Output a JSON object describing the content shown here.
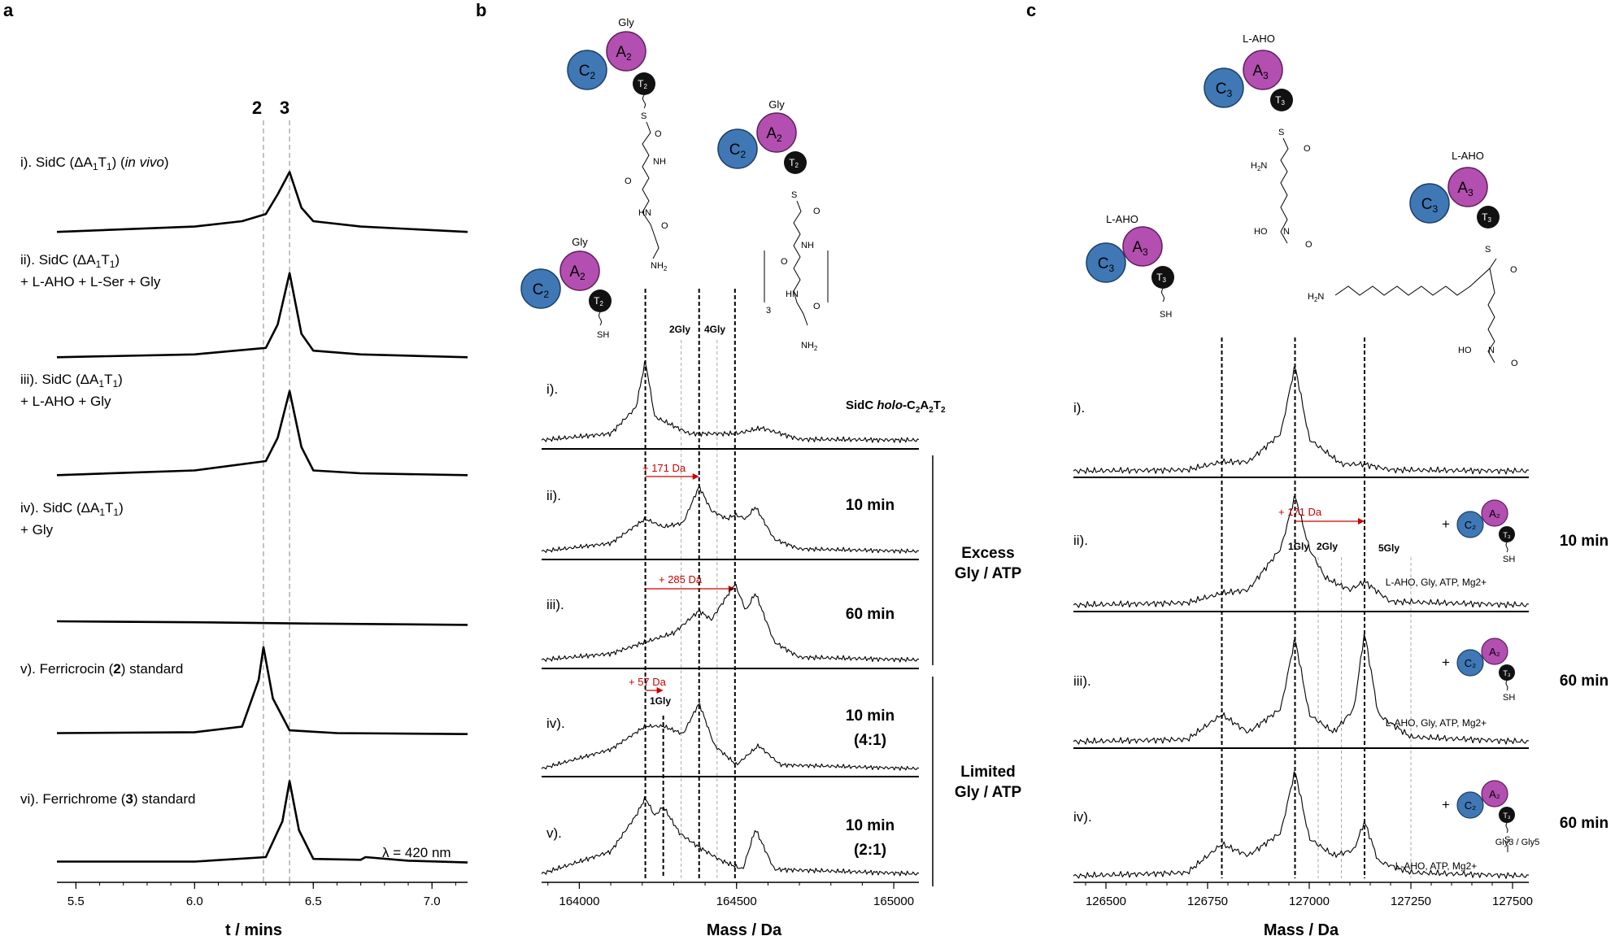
{
  "panels": {
    "a": {
      "letter": "a",
      "peaks": [
        {
          "id": "2",
          "t": 6.29
        },
        {
          "id": "3",
          "t": 6.4
        }
      ],
      "traces": [
        {
          "roman": "i).",
          "label": "SidC (ΔA1T1) (in vivo)",
          "parts": [
            "SidC (ΔA",
            "1",
            "T",
            "1",
            ") (",
            "in vivo",
            ")"
          ]
        },
        {
          "roman": "ii).",
          "label": "SidC (ΔA1T1) + L-AHO + L-Ser + Gly",
          "parts": [
            "SidC (ΔA",
            "1",
            "T",
            "1",
            ")"
          ],
          "line2": "+ L-AHO + L-Ser + Gly"
        },
        {
          "roman": "iii).",
          "label": "SidC (ΔA1T1) + L-AHO + Gly",
          "parts": [
            "SidC (ΔA",
            "1",
            "T",
            "1",
            ")"
          ],
          "line2": "+ L-AHO + Gly"
        },
        {
          "roman": "iv).",
          "label": "SidC (ΔA1T1) + Gly",
          "parts": [
            "SidC (ΔA",
            "1",
            "T",
            "1",
            ")"
          ],
          "line2": "+ Gly"
        },
        {
          "roman": "v).",
          "label": "Ferricrocin (2) standard",
          "pre": "Ferricrocin (",
          "num": "2",
          "post": ") standard"
        },
        {
          "roman": "vi).",
          "label": "Ferrichrome (3) standard",
          "pre": "Ferrichrome (",
          "num": "3",
          "post": ") standard"
        }
      ],
      "wavelength": "λ = 420 nm",
      "xlabel": "t / mins",
      "ticks": [
        "5.5",
        "6.0",
        "6.5",
        "7.0"
      ]
    },
    "b": {
      "letter": "b",
      "peak_labels": [
        "2Gly",
        "4Gly",
        "1Gly"
      ],
      "holo_label": "SidC holo-C2A2T2",
      "traces": [
        {
          "roman": "i).",
          "time": ""
        },
        {
          "roman": "ii).",
          "time": "10 min",
          "shift": "+ 171 Da"
        },
        {
          "roman": "iii).",
          "time": "60 min",
          "shift": "+ 285 Da"
        },
        {
          "roman": "iv).",
          "time": "10 min",
          "ratio": "(4:1)",
          "shift": "+ 57 Da"
        },
        {
          "roman": "v).",
          "time": "10 min",
          "ratio": "(2:1)"
        }
      ],
      "group1": [
        "Excess",
        "Gly / ATP"
      ],
      "group2": [
        "Limited",
        "Gly / ATP"
      ],
      "xlabel": "Mass / Da",
      "ticks": [
        "164000",
        "164500",
        "165000"
      ],
      "structure_labels": {
        "gly": "Gly",
        "c": "C",
        "a": "A",
        "t": "T",
        "sub": "2",
        "sh": "SH",
        "s": "S",
        "nh": "NH",
        "hn": "HN",
        "nh2": "NH",
        "o": "O",
        "rep": "3"
      }
    },
    "c": {
      "letter": "c",
      "peak_labels": [
        "1Gly",
        "2Gly",
        "5Gly"
      ],
      "traces": [
        {
          "roman": "i).",
          "time": ""
        },
        {
          "roman": "ii).",
          "time": "10 min",
          "shift": "+ 171 Da",
          "cond": "L-AHO, Gly, ATP, Mg2+"
        },
        {
          "roman": "iii).",
          "time": "60 min",
          "cond": "L-AHO, Gly, ATP, Mg2+"
        },
        {
          "roman": "iv).",
          "time": "60 min",
          "cond": "L-AHO, ATP, Mg2+"
        }
      ],
      "gly_tail": "Gly3 / Gly5",
      "plus": "+",
      "xlabel": "Mass / Da",
      "ticks": [
        "126500",
        "126750",
        "127000",
        "127250",
        "127500"
      ],
      "structure_labels": {
        "aho": "L-AHO",
        "c": "C",
        "a": "A",
        "t": "T",
        "sub": "3",
        "sh": "SH",
        "s": "S",
        "h2n": "H2N",
        "ho": "HO",
        "n": "N",
        "o": "O",
        "nh": "N"
      }
    }
  },
  "chart_data": [
    {
      "type": "line",
      "title": "",
      "xlabel": "t / mins",
      "ylabel": "",
      "xlim": [
        5.42,
        7.15
      ],
      "xticks": [
        5.5,
        6.0,
        6.5,
        7.0
      ],
      "series": [
        {
          "name": "i). SidC (ΔA1T1) (in vivo)",
          "x": [
            5.42,
            6.0,
            6.2,
            6.3,
            6.35,
            6.4,
            6.45,
            6.5,
            6.7,
            7.15
          ],
          "y": [
            0.18,
            0.24,
            0.3,
            0.38,
            0.6,
            0.85,
            0.45,
            0.3,
            0.24,
            0.18
          ]
        },
        {
          "name": "ii). SidC (ΔA1T1) + L-AHO + L-Ser + Gly",
          "x": [
            5.42,
            6.0,
            6.3,
            6.35,
            6.4,
            6.45,
            6.5,
            6.7,
            7.15
          ],
          "y": [
            0.05,
            0.08,
            0.15,
            0.4,
            0.95,
            0.3,
            0.12,
            0.08,
            0.05
          ]
        },
        {
          "name": "iii). SidC (ΔA1T1) + L-AHO + Gly",
          "x": [
            5.42,
            6.0,
            6.3,
            6.35,
            6.4,
            6.45,
            6.5,
            6.7,
            7.15
          ],
          "y": [
            0.05,
            0.1,
            0.2,
            0.45,
            0.95,
            0.35,
            0.1,
            0.07,
            0.05
          ]
        },
        {
          "name": "iv). SidC (ΔA1T1) + Gly",
          "x": [
            5.42,
            6.0,
            6.5,
            7.15
          ],
          "y": [
            0.15,
            0.12,
            0.08,
            0.04
          ]
        },
        {
          "name": "v). Ferricrocin (2) standard",
          "x": [
            5.42,
            6.0,
            6.2,
            6.27,
            6.29,
            6.33,
            6.4,
            6.6,
            7.15
          ],
          "y": [
            0.03,
            0.04,
            0.1,
            0.6,
            0.95,
            0.4,
            0.06,
            0.03,
            0.02
          ]
        },
        {
          "name": "vi). Ferrichrome (3) standard",
          "x": [
            5.42,
            6.0,
            6.3,
            6.37,
            6.4,
            6.44,
            6.5,
            6.7,
            6.72,
            6.9,
            7.15
          ],
          "y": [
            0.05,
            0.05,
            0.1,
            0.5,
            0.95,
            0.4,
            0.08,
            0.07,
            0.1,
            0.06,
            0.04
          ]
        }
      ]
    },
    {
      "type": "line",
      "title": "",
      "xlabel": "Mass / Da",
      "ylabel": "",
      "xlim": [
        163880,
        165080
      ],
      "xticks": [
        164000,
        164500,
        165000
      ],
      "marker_masses": [
        164210,
        164267,
        164381,
        164495
      ],
      "grey_markers": [
        164324,
        164438
      ],
      "series": [
        {
          "name": "i).",
          "x": [
            163880,
            164100,
            164180,
            164210,
            164240,
            164350,
            164500,
            164580,
            164700,
            165080
          ],
          "y": [
            0.05,
            0.12,
            0.4,
            0.9,
            0.3,
            0.12,
            0.12,
            0.18,
            0.06,
            0.05
          ]
        },
        {
          "name": "ii).",
          "x": [
            163880,
            164100,
            164210,
            164267,
            164330,
            164381,
            164420,
            164470,
            164495,
            164530,
            164560,
            164620,
            164700,
            165080
          ],
          "y": [
            0.05,
            0.15,
            0.45,
            0.35,
            0.4,
            0.85,
            0.55,
            0.45,
            0.5,
            0.45,
            0.6,
            0.2,
            0.08,
            0.05
          ]
        },
        {
          "name": "iii).",
          "x": [
            163880,
            164100,
            164210,
            164300,
            164381,
            164420,
            164495,
            164530,
            164560,
            164620,
            164700,
            165080
          ],
          "y": [
            0.05,
            0.12,
            0.25,
            0.35,
            0.6,
            0.5,
            0.9,
            0.6,
            0.8,
            0.25,
            0.08,
            0.05
          ]
        },
        {
          "name": "iv).",
          "x": [
            163880,
            164100,
            164210,
            164267,
            164330,
            164381,
            164430,
            164500,
            164570,
            164640,
            165080
          ],
          "y": [
            0.05,
            0.3,
            0.6,
            0.6,
            0.5,
            0.9,
            0.35,
            0.1,
            0.35,
            0.1,
            0.05
          ]
        },
        {
          "name": "v).",
          "x": [
            163880,
            164100,
            164180,
            164210,
            164240,
            164267,
            164320,
            164380,
            164450,
            164520,
            164560,
            164620,
            165080
          ],
          "y": [
            0.05,
            0.3,
            0.7,
            0.9,
            0.7,
            0.8,
            0.5,
            0.35,
            0.2,
            0.1,
            0.55,
            0.1,
            0.05
          ]
        }
      ]
    },
    {
      "type": "line",
      "title": "",
      "xlabel": "Mass / Da",
      "ylabel": "",
      "xlim": [
        126420,
        127540
      ],
      "xticks": [
        126500,
        126750,
        127000,
        127250,
        127500
      ],
      "marker_masses": [
        126785,
        126965,
        127136
      ],
      "grey_markers": [
        127022,
        127079,
        127250
      ],
      "series": [
        {
          "name": "i).",
          "x": [
            126420,
            126700,
            126785,
            126850,
            126930,
            126965,
            127000,
            127080,
            127136,
            127200,
            127540
          ],
          "y": [
            0.02,
            0.03,
            0.1,
            0.1,
            0.35,
            0.95,
            0.3,
            0.08,
            0.08,
            0.03,
            0.02
          ]
        },
        {
          "name": "ii).",
          "x": [
            126420,
            126700,
            126785,
            126850,
            126930,
            126965,
            127000,
            127040,
            127100,
            127136,
            127200,
            127540
          ],
          "y": [
            0.02,
            0.04,
            0.12,
            0.15,
            0.5,
            0.95,
            0.5,
            0.25,
            0.15,
            0.22,
            0.05,
            0.02
          ]
        },
        {
          "name": "iii).",
          "x": [
            126420,
            126700,
            126785,
            126850,
            126930,
            126965,
            127000,
            127060,
            127110,
            127136,
            127170,
            127250,
            127540
          ],
          "y": [
            0.02,
            0.04,
            0.25,
            0.1,
            0.3,
            0.9,
            0.25,
            0.1,
            0.3,
            0.95,
            0.25,
            0.06,
            0.02
          ]
        },
        {
          "name": "iv).",
          "x": [
            126420,
            126700,
            126785,
            126850,
            126930,
            126965,
            127000,
            127060,
            127110,
            127136,
            127170,
            127250,
            127540
          ],
          "y": [
            0.02,
            0.05,
            0.3,
            0.2,
            0.4,
            0.95,
            0.35,
            0.2,
            0.25,
            0.5,
            0.15,
            0.05,
            0.02
          ]
        }
      ]
    }
  ]
}
